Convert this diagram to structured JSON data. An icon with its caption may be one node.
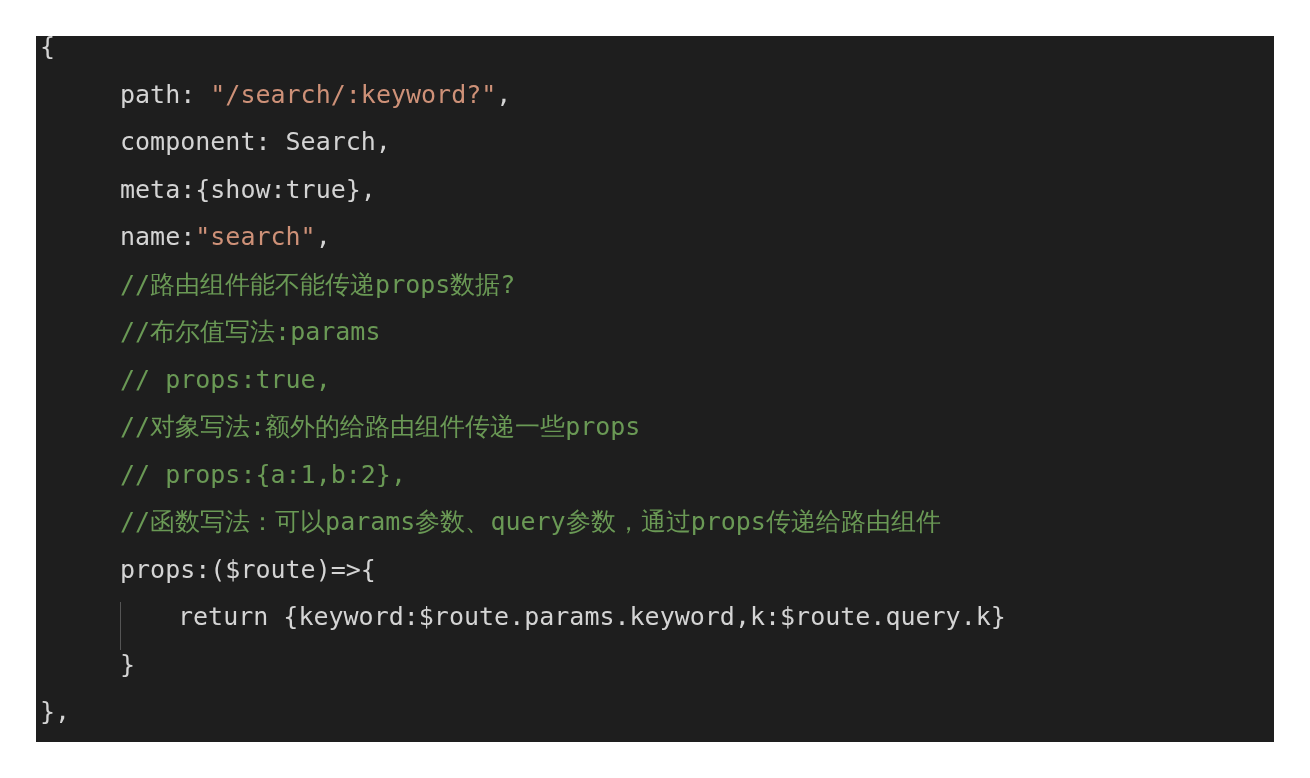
{
  "diagram": {
    "labels": [
      "{",
      "path: \"/search/:keyword?\",",
      "component: Search,",
      "meta:{show:true},",
      "name:\"search\",",
      "//路由组件能不能传递props数据?",
      "//布尔值写法:params",
      "// props:true,",
      "//对象写法:额外的给路由组件传递一些props",
      "// props:{a:1,b:2},",
      "//函数写法：可以params参数、query参数，通过props传递给路由组件",
      "props:($route)=>{",
      "return {keyword:$route.params.keyword,k:$route.query.k}",
      "}",
      "},"
    ]
  }
}
